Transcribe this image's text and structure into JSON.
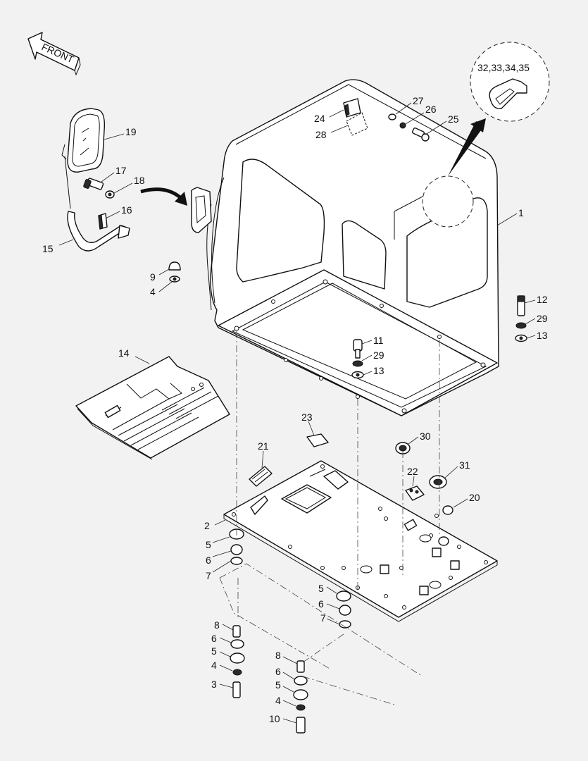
{
  "diagram": {
    "front_label": "FRONT",
    "callouts": [
      {
        "id": "c1",
        "text": "1"
      },
      {
        "id": "c2",
        "text": "2"
      },
      {
        "id": "c3",
        "text": "3"
      },
      {
        "id": "c4a",
        "text": "4"
      },
      {
        "id": "c4b",
        "text": "4"
      },
      {
        "id": "c4c",
        "text": "4"
      },
      {
        "id": "c5a",
        "text": "5"
      },
      {
        "id": "c5b",
        "text": "5"
      },
      {
        "id": "c5c",
        "text": "5"
      },
      {
        "id": "c5d",
        "text": "5"
      },
      {
        "id": "c6a",
        "text": "6"
      },
      {
        "id": "c6b",
        "text": "6"
      },
      {
        "id": "c6c",
        "text": "6"
      },
      {
        "id": "c6d",
        "text": "6"
      },
      {
        "id": "c7a",
        "text": "7"
      },
      {
        "id": "c7b",
        "text": "7"
      },
      {
        "id": "c8a",
        "text": "8"
      },
      {
        "id": "c8b",
        "text": "8"
      },
      {
        "id": "c9",
        "text": "9"
      },
      {
        "id": "c10",
        "text": "10"
      },
      {
        "id": "c11",
        "text": "11"
      },
      {
        "id": "c12",
        "text": "12"
      },
      {
        "id": "c13a",
        "text": "13"
      },
      {
        "id": "c13b",
        "text": "13"
      },
      {
        "id": "c14",
        "text": "14"
      },
      {
        "id": "c15",
        "text": "15"
      },
      {
        "id": "c16",
        "text": "16"
      },
      {
        "id": "c17",
        "text": "17"
      },
      {
        "id": "c18",
        "text": "18"
      },
      {
        "id": "c19",
        "text": "19"
      },
      {
        "id": "c20",
        "text": "20"
      },
      {
        "id": "c21",
        "text": "21"
      },
      {
        "id": "c22",
        "text": "22"
      },
      {
        "id": "c23",
        "text": "23"
      },
      {
        "id": "c24",
        "text": "24"
      },
      {
        "id": "c25",
        "text": "25"
      },
      {
        "id": "c26",
        "text": "26"
      },
      {
        "id": "c27",
        "text": "27"
      },
      {
        "id": "c28",
        "text": "28"
      },
      {
        "id": "c29a",
        "text": "29"
      },
      {
        "id": "c29b",
        "text": "29"
      },
      {
        "id": "c30",
        "text": "30"
      },
      {
        "id": "c31",
        "text": "31"
      },
      {
        "id": "c32",
        "text": "32,33,34,35"
      }
    ]
  }
}
